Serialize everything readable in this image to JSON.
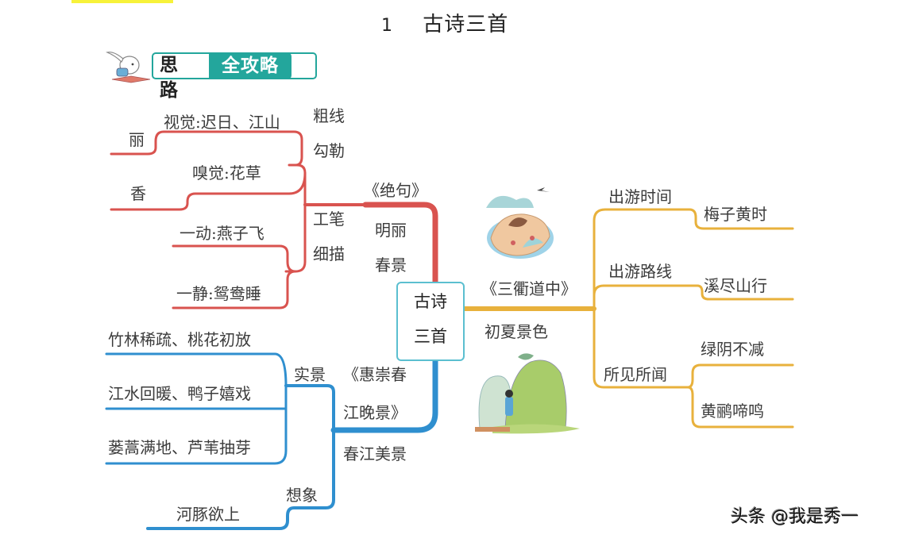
{
  "header": {
    "lesson_number": "1",
    "title": "古诗三首"
  },
  "banner": {
    "part1": "思路",
    "part2": "全攻略",
    "mascot_icon": "rabbit-reading-icon",
    "accent_color": "#23a69c"
  },
  "center": {
    "line1": "古诗",
    "line2": "三首"
  },
  "colors": {
    "jueju": "#d9534f",
    "sanqu": "#e8b13c",
    "huichong": "#2f8fcf",
    "center_border": "#5bbfd0"
  },
  "jueju": {
    "title": "《绝句》",
    "theme1": "明丽",
    "theme2": "春景",
    "method1": {
      "line1": "粗线",
      "line2": "勾勒"
    },
    "method2": {
      "line1": "工笔",
      "line2": "细描"
    },
    "li": {
      "key": "丽",
      "detail": "视觉:迟日、江山"
    },
    "xiang": {
      "key": "香",
      "detail": "嗅觉:花草"
    },
    "dong": "一动:燕子飞",
    "jing": "一静:鸳鸯睡"
  },
  "sanqu": {
    "title": "《三衢道中》",
    "theme": "初夏景色",
    "time": {
      "label": "出游时间",
      "value": "梅子黄时"
    },
    "route": {
      "label": "出游路线",
      "value": "溪尽山行"
    },
    "seen": {
      "label": "所见所闻",
      "value1": "绿阴不减",
      "value2": "黄鹂啼鸣"
    },
    "illustration_top": "island-with-bird-illustration",
    "illustration_bottom": "green-mountain-traveler-illustration"
  },
  "huichong": {
    "title_line1": "《惠崇春",
    "title_line2": "江晚景》",
    "theme": "春江美景",
    "real": {
      "label": "实景",
      "items": [
        "竹林稀疏、桃花初放",
        "江水回暖、鸭子嬉戏",
        "蒌蒿满地、芦苇抽芽"
      ]
    },
    "imagine": {
      "label": "想象",
      "item": "河豚欲上"
    }
  },
  "watermark": "头条 @我是秀一"
}
